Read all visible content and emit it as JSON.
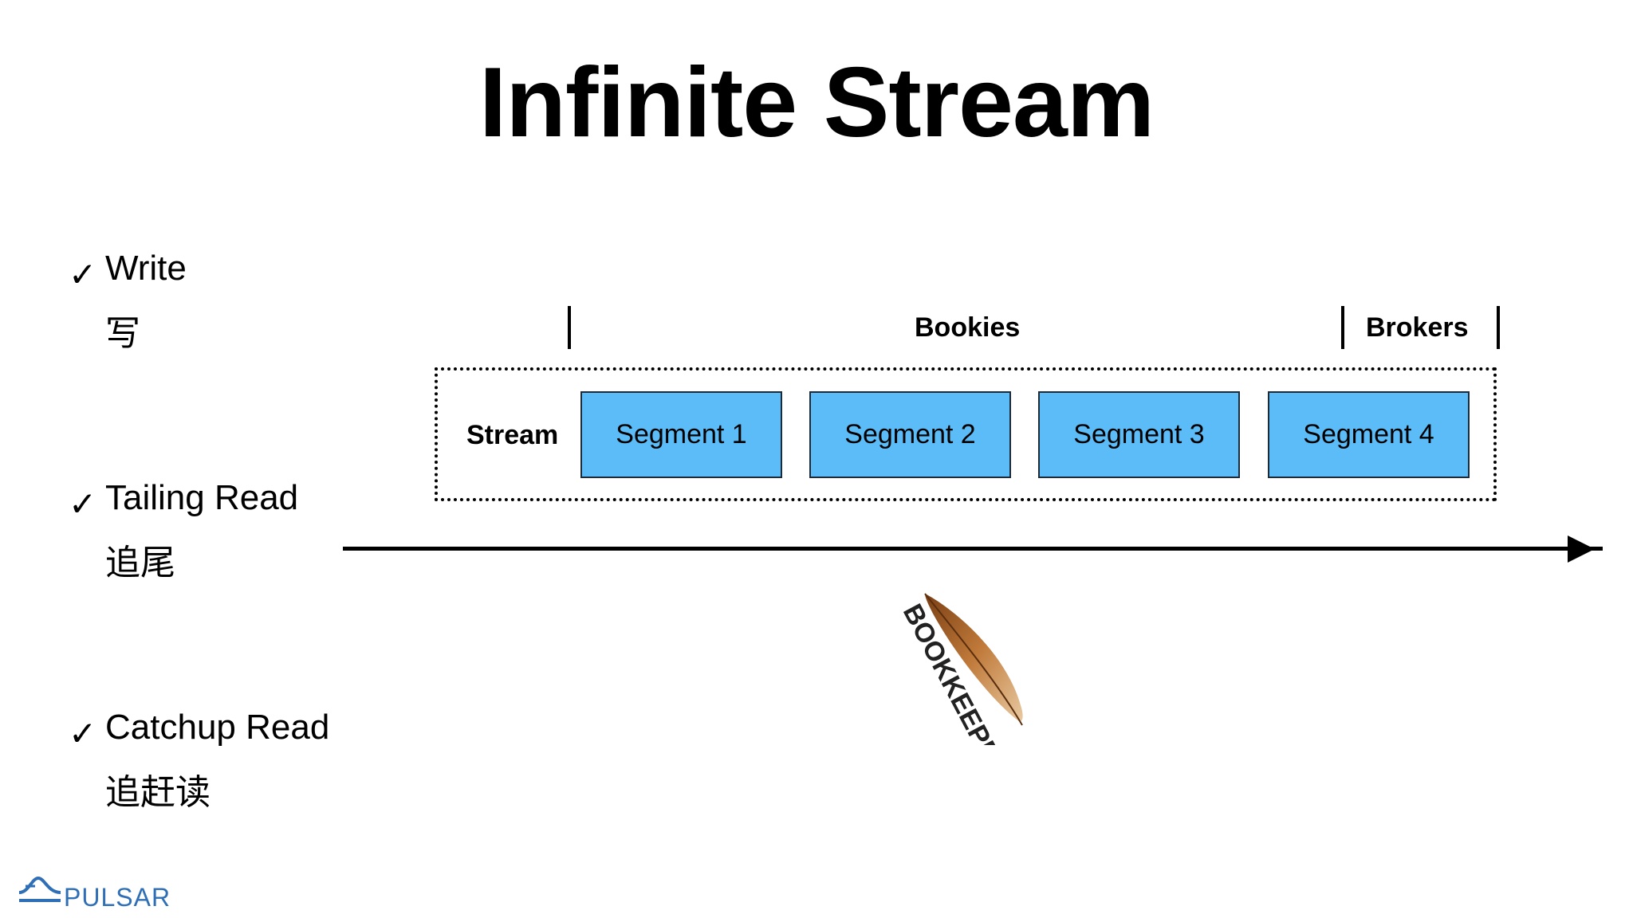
{
  "title": "Infinite Stream",
  "bullets": [
    {
      "check": "✓",
      "en": "Write",
      "zh": "写"
    },
    {
      "check": "✓",
      "en": "Tailing Read",
      "zh": "追尾"
    },
    {
      "check": "✓",
      "en": "Catchup Read",
      "zh": "追赶读"
    }
  ],
  "diagram": {
    "tiers": {
      "bookies": "Bookies",
      "brokers": "Brokers"
    },
    "stream_label": "Stream",
    "segments": [
      "Segment 1",
      "Segment 2",
      "Segment 3",
      "Segment 4"
    ],
    "segment_color": "#5bbcf8"
  },
  "mascot": {
    "icon": "apache-feather-icon",
    "text": "BOOKKEEPER"
  },
  "logo": {
    "text": "PULSAR",
    "color": "#2f6fb6"
  }
}
